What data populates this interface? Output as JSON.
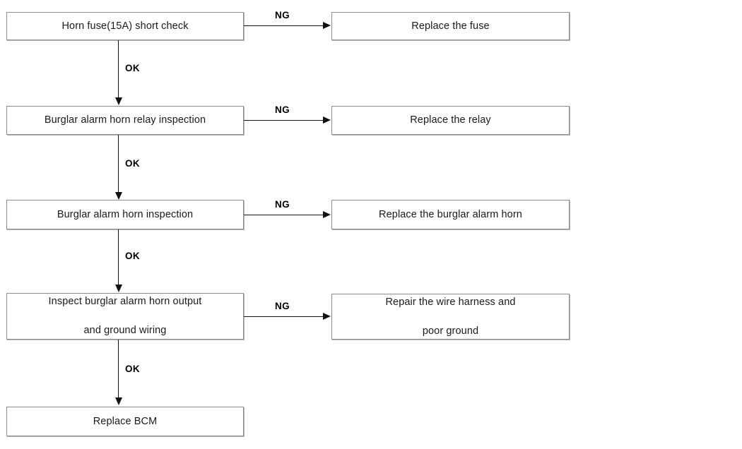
{
  "diagram": {
    "type": "troubleshooting-flowchart",
    "title": "",
    "background_color": "#ffffff",
    "box_border_color": "#8c8c8c",
    "connector_color": "#111111",
    "text_color": "#1a1a1a"
  },
  "steps": [
    {
      "id": "step-1",
      "check_label": "Horn fuse(15A) short check",
      "ng_label": "NG",
      "ng_result_label": "Replace the fuse",
      "ok_label": "OK"
    },
    {
      "id": "step-2",
      "check_label": "Burglar alarm horn relay inspection",
      "ng_label": "NG",
      "ng_result_label": "Replace the relay",
      "ok_label": "OK"
    },
    {
      "id": "step-3",
      "check_label": "Burglar alarm horn inspection",
      "ng_label": "NG",
      "ng_result_label": "Replace the burglar alarm horn",
      "ok_label": "OK"
    },
    {
      "id": "step-4",
      "check_label_line1": "Inspect burglar alarm horn output",
      "check_label_line2": "and ground wiring",
      "ng_label": "NG",
      "ng_result_label_line1": "Repair the wire harness and",
      "ng_result_label_line2": "poor ground",
      "ok_label": "OK"
    }
  ],
  "final": {
    "id": "step-5",
    "label": "Replace BCM"
  }
}
